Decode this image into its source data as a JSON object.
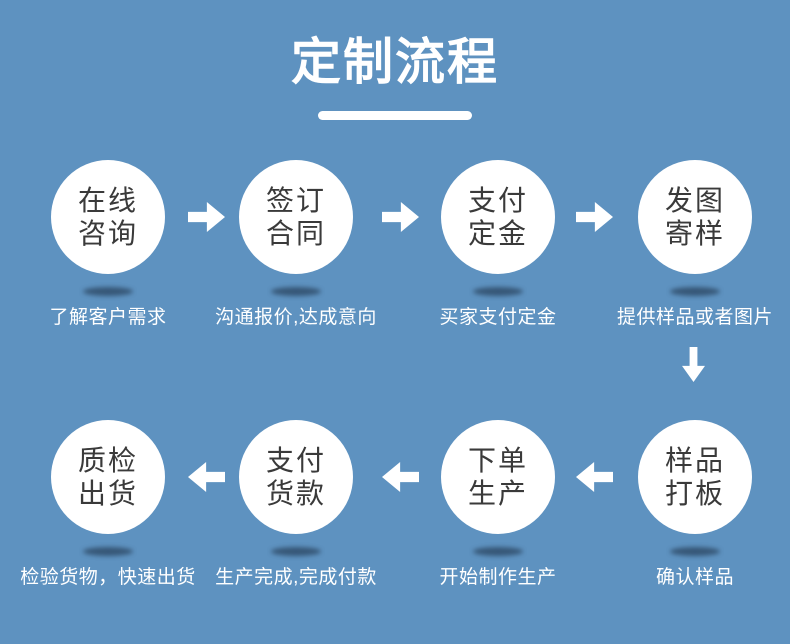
{
  "page": {
    "title": "定制流程",
    "background_color": "#5E92C0",
    "circle_fill_color": "#FFFFFF",
    "circle_text_color": "#3A3A3A",
    "caption_text_color": "#FFFFFF",
    "arrow_color": "#FFFFFF"
  },
  "steps": [
    {
      "line1": "在线",
      "line2": "咨询",
      "caption": "了解客户需求"
    },
    {
      "line1": "签订",
      "line2": "合同",
      "caption": "沟通报价,达成意向"
    },
    {
      "line1": "支付",
      "line2": "定金",
      "caption": "买家支付定金"
    },
    {
      "line1": "发图",
      "line2": "寄样",
      "caption": "提供样品或者图片"
    },
    {
      "line1": "样品",
      "line2": "打板",
      "caption": "确认样品"
    },
    {
      "line1": "下单",
      "line2": "生产",
      "caption": "开始制作生产"
    },
    {
      "line1": "支付",
      "line2": "货款",
      "caption": "生产完成,完成付款"
    },
    {
      "line1": "质检",
      "line2": "出货",
      "caption": "检验货物，快速出货"
    }
  ]
}
